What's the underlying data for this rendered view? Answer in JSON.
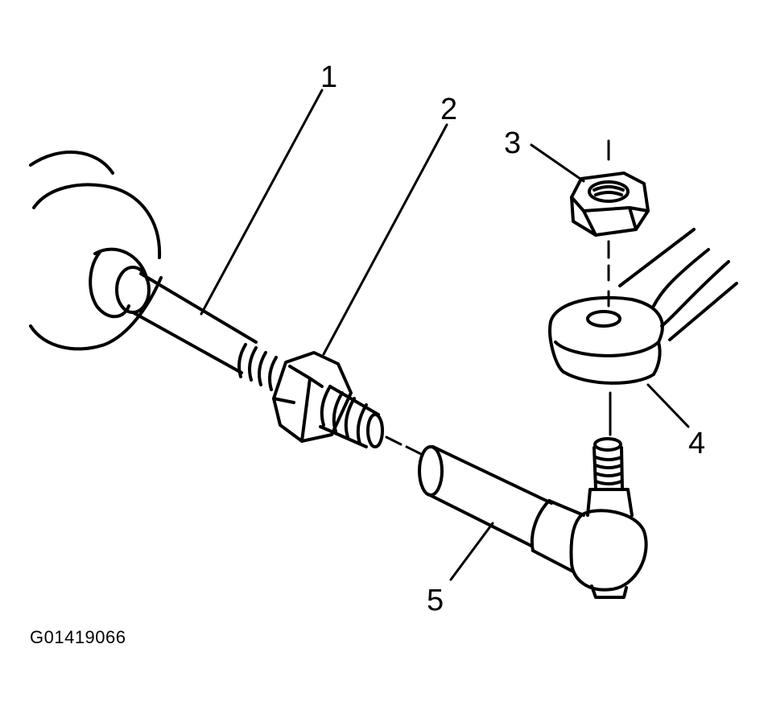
{
  "callouts": [
    {
      "id": "1",
      "part": "inner-tie-rod"
    },
    {
      "id": "2",
      "part": "jam-nut"
    },
    {
      "id": "3",
      "part": "castle-nut"
    },
    {
      "id": "4",
      "part": "steering-knuckle-arm"
    },
    {
      "id": "5",
      "part": "outer-tie-rod-end"
    }
  ],
  "figure_id": "G01419066",
  "icons": [
    "boot",
    "tie-rod",
    "threaded-nut",
    "hex-nut",
    "knuckle-arm",
    "ball-stud",
    "tie-rod-end"
  ]
}
